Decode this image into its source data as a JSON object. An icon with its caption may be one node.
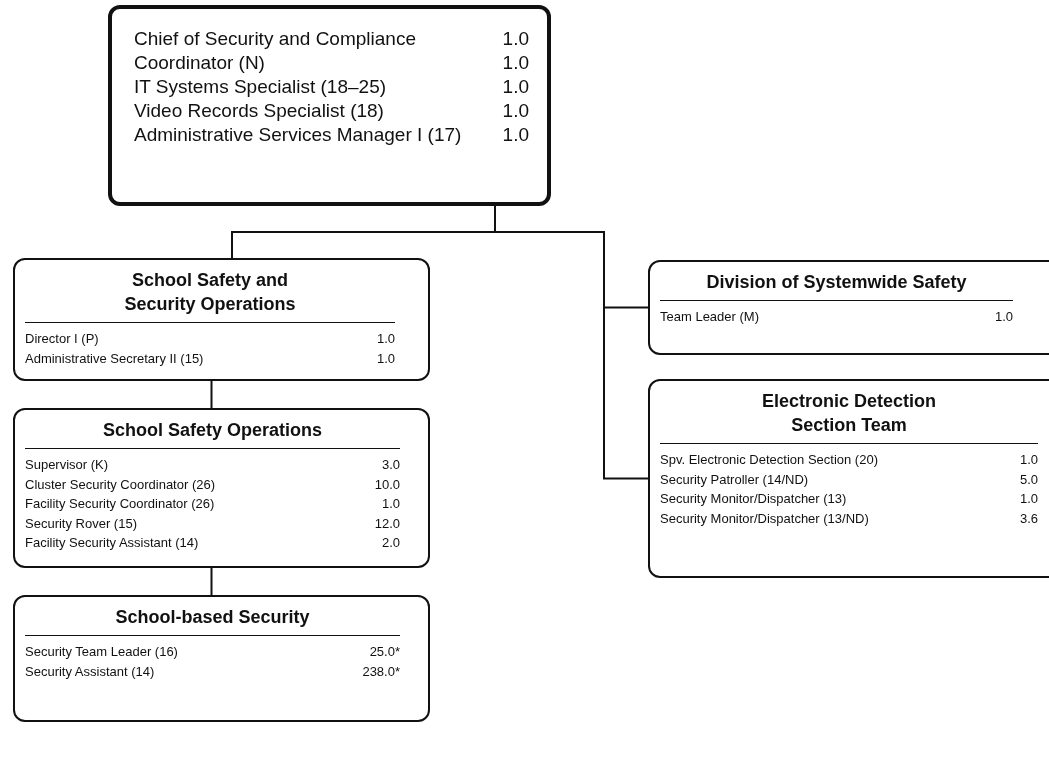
{
  "diagram": {
    "nodes": [
      {
        "text": [
          "Chief of Security and Compliance",
          "1.0",
          "Coordinator (N)",
          "1.0",
          "IT Systems Specialist (18–25)",
          "1.0",
          "Video Records Specialist (18)",
          "1.0",
          "Administrative Services Manager I (17)",
          "1.0"
        ]
      },
      {
        "text": [
          "School Safety and Security Operations",
          "Director I (P)",
          "1.0",
          "Administrative Secretary II (15)",
          "1.0"
        ]
      },
      {
        "text": [
          "School Safety Operations",
          "Supervisor (K)",
          "3.0",
          "Cluster Security Coordinator (26)",
          "10.0",
          "Facility Security Coordinator (26)",
          "1.0",
          "Security Rover (15)",
          "12.0",
          "Facility Security Assistant (14)",
          "2.0"
        ]
      },
      {
        "text": [
          "School-based Security",
          "Security Team Leader (16)",
          "25.0*",
          "Security Assistant (14)",
          "238.0*"
        ]
      },
      {
        "text": [
          "Division of Systemwide Safety",
          "Team Leader (M)",
          "1.0"
        ]
      },
      {
        "text": [
          "Electronic Detection Section Team",
          "Spv. Electronic Detection Section (20)",
          "1.0",
          "Security Patroller (14/ND)",
          "5.0",
          "Security Monitor/Dispatcher (13)",
          "1.0",
          "Security Monitor/Dispatcher (13/ND)",
          "3.6"
        ]
      }
    ],
    "edges": [
      {
        "from": 0,
        "to": 1,
        "arrow": "none"
      },
      {
        "from": 1,
        "to": 2,
        "arrow": "none"
      },
      {
        "from": 2,
        "to": 3,
        "arrow": "none"
      },
      {
        "from": 0,
        "to": 4,
        "arrow": "none"
      },
      {
        "from": 0,
        "to": 5,
        "arrow": "none"
      }
    ]
  }
}
